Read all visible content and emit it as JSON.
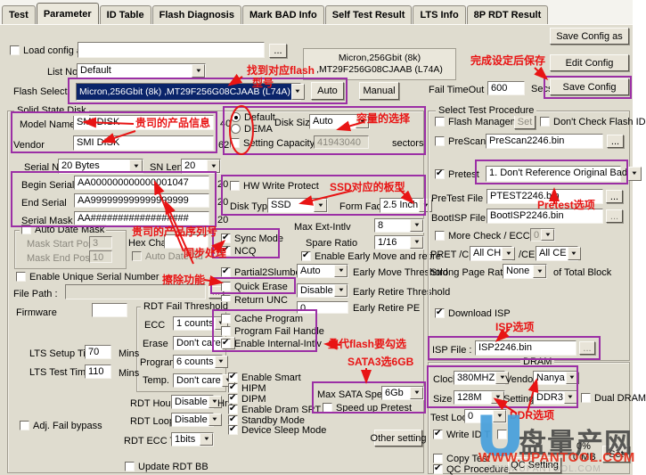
{
  "ui": {
    "browse": "...",
    "dropdown_glyph": "▼"
  },
  "tabs": [
    {
      "label": "Test"
    },
    {
      "label": "Parameter"
    },
    {
      "label": "ID Table"
    },
    {
      "label": "Flash Diagnosis"
    },
    {
      "label": "Mark BAD Info"
    },
    {
      "label": "Self Test Result"
    },
    {
      "label": "LTS Info"
    },
    {
      "label": "8P RDT Result"
    }
  ],
  "top": {
    "load_config": "Load config as",
    "list_no": "List No.",
    "list_no_value": "Default",
    "flash_select": "Flash Select",
    "flash_value": "Micron,256Gbit (8k) ,MT29F256G08CJAAB (L74A)",
    "flash_info": "Micron,256Gbit (8k) ,MT29F256G08CJAAB (L74A)",
    "auto": "Auto",
    "manual": "Manual",
    "fail_timeout": "Fail TimeOut",
    "fail_timeout_value": "600",
    "secs": "Secs",
    "save_config_as": "Save Config as",
    "edit_config": "Edit Config",
    "save_config": "Save Config"
  },
  "ssd": {
    "title": "Solid State Disk",
    "model_name": "Model Name",
    "model_value": "SMI DISK",
    "model_len": "40",
    "vendor": "Vendor",
    "vendor_value": "SMI DISK",
    "vendor_len": "62",
    "serial_number": "Serial Number",
    "serial_number_value": "20 Bytes",
    "sn_length": "SN Length",
    "sn_length_value": "20",
    "begin_serial": "Begin Serial",
    "begin_value": "AA000000000000001047",
    "begin_len": "20",
    "end_serial": "End Serial",
    "end_value": "AA999999999999999999",
    "end_len": "20",
    "serial_mask": "Serial Mask",
    "mask_value": "AA##################",
    "mask_len": "20",
    "auto_date_mask": "Auto Date Mask",
    "mask_start": "Mask Start Pos",
    "mask_start_value": "3",
    "mask_end": "Mask End Pos",
    "mask_end_value": "10",
    "hex_char": "Hex Char:",
    "auto_date_adjust": "Auto Date Ad",
    "enable_unique": "Enable Unique Serial Number",
    "file_path": "File Path :",
    "firmware": "Firmware",
    "lts_setup": "LTS Setup Time",
    "lts_setup_value": "70",
    "mins": "Mins",
    "lts_test": "LTS Test Time",
    "lts_test_value": "110",
    "rdt_hours": "RDT Hours",
    "rdt_hours_value": "Disable",
    "hrs": "Hrs",
    "rdt_loops": "RDT Loops",
    "rdt_loops_value": "Disable",
    "adj_fail": "Adj. Fail bypass",
    "rdt_ecc_th": "RDT ECC TH",
    "rdt_ecc_value": "1bits",
    "update_rdt": "Update RDT BB",
    "rdt_fail": {
      "title": "RDT Fail Threshold",
      "ecc": "ECC",
      "ecc_value": "1 counts",
      "erase": "Erase",
      "erase_value": "Don't care",
      "program": "Program",
      "program_value": "6 counts",
      "temp": "Temp.",
      "temp_value": "Don't care"
    }
  },
  "cap": {
    "default": "Default",
    "dema": "DEMA",
    "disk_size": "Disk Size",
    "disk_size_value": "Auto",
    "setting_cap": "Setting Capacity manually",
    "capacity": "41943040",
    "sectors": "sectors"
  },
  "dt": {
    "hw": "HW Write Protect",
    "disk_type": "Disk Type",
    "disk_type_value": "SSD",
    "form_factor": "Form Factor",
    "form_factor_value": "2.5 Inch"
  },
  "mid": {
    "max_ext": "Max Ext-Intlv",
    "max_ext_value": "8",
    "sync": "Sync Mode",
    "ncq": "NCQ",
    "spare": "Spare Ratio",
    "spare_value": "1/16",
    "early_move_cb": "Enable Early Move and retire",
    "partial": "Partial2Slumber",
    "move_value": "Auto",
    "move_label": "Early Move Threshold",
    "quick_erase": "Quick Erase",
    "retire_value": "Disable",
    "retire_label": "Early Retire Threshold",
    "return_unc": "Return UNC",
    "pe_value": "0",
    "pe_label": "Early Retire PE",
    "cache": "Cache Program",
    "pfh": "Program Fail Handle",
    "internal": "Enable Internal-Intlv",
    "smart": "Enable Smart",
    "hipm": "HIPM",
    "dipm": "DIPM",
    "dram_srt": "Enable Dram SRT",
    "standby": "Standby Mode",
    "sleep": "Device Sleep Mode",
    "max_sata": "Max SATA Speed",
    "max_sata_value": "6Gb",
    "speedup": "Speed up Pretest",
    "other": "Other setting"
  },
  "proc": {
    "title": "Select Test Procedure",
    "flash_mgmt": "Flash Management",
    "set": "Set",
    "dont_check": "Don't Check Flash ID",
    "prescan": "PreScan",
    "prescan_value": "PreScan2246.bin",
    "pretest": "Pretest",
    "pretest_value": "1. Don't Reference Original Bad",
    "pretest_file": "PreTest File :",
    "pretest_file_value": "PTEST2246.bin",
    "bootisp": "BootISP File :",
    "bootisp_value": "BootISP2246.bin",
    "more_check": "More Check  / ECC bits",
    "more_value": "0",
    "pret_ch": "PRET /CH",
    "ch_value": "All CH",
    "ce": "/CE",
    "ce_value": "All CE",
    "strong": "Strong Page Ratio :",
    "strong_value": "None",
    "total": "of Total Block",
    "download": "Download ISP",
    "isp_file": "ISP File :",
    "isp_value": "ISP2246.bin"
  },
  "dram": {
    "title": "DRAM",
    "clock": "Clock",
    "clock_value": "380MHZ",
    "vendor": "Vendor",
    "vendor_value": "Nanya",
    "size": "Size",
    "size_value": "128M",
    "setting": "Setting",
    "setting_value": "DDR3",
    "dual": "Dual DRAM",
    "test_loop": "Test Loop",
    "test_loop_value": "0",
    "write_id": "Write ID T",
    "copy_test": "Copy Test",
    "pct": "0%",
    "mb": "0 MB",
    "set": "Set",
    "qc": "QC Procedure",
    "qc_setting": "QC Setting"
  },
  "ann": {
    "flash1": "找到对应flash",
    "flash2": "型号",
    "save": "完成设定后保存",
    "product": "贵司的产品信息",
    "serial": "贵司的产品序列号",
    "sync": "同步处理",
    "erase": "擦除功能",
    "cap": "容量的选择",
    "board": "SSD对应的板型",
    "pretest": "Pretest选项",
    "isp": "ISP选项",
    "internal": "叠代flash要勾选",
    "sata": "SATA3选6GB",
    "ddr": "DDR选项"
  },
  "wm": {
    "u": "U",
    "name": "盘量产网",
    "url": "WWW.UPANTOOL.COM",
    "url_ghost": "WWW.UPANTOOL.COM"
  },
  "colors": {
    "highlight_box": "#9b2fa5",
    "annotation_red": "#e81414",
    "selection_blue": "#0a246a",
    "wm_blue": "#47a0dd",
    "wm_red": "#e5311e",
    "panel": "#dfdccf"
  }
}
